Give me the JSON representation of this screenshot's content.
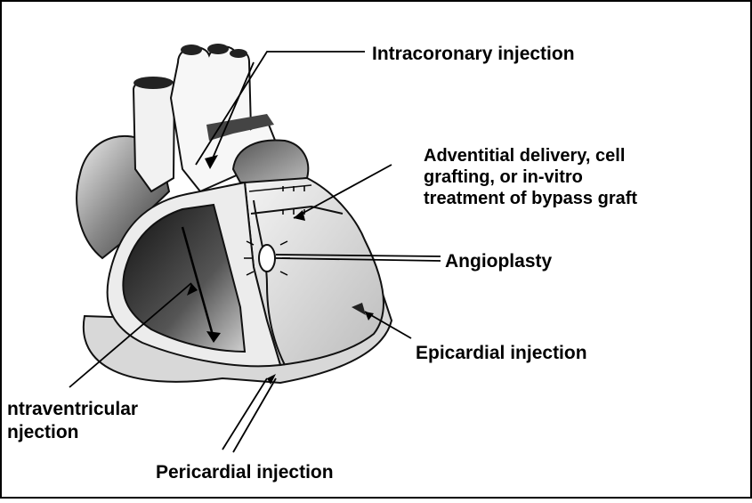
{
  "diagram": {
    "labels": {
      "intracoronary": "Intracoronary injection",
      "adventitial_line1": "Adventitial delivery, cell",
      "adventitial_line2": "grafting, or in-vitro",
      "adventitial_line3": "treatment of bypass graft",
      "angioplasty": "Angioplasty",
      "epicardial": "Epicardial injection",
      "intraventricular_line1": "ntraventricular",
      "intraventricular_line2": "njection",
      "pericardial": "Pericardial injection"
    }
  }
}
